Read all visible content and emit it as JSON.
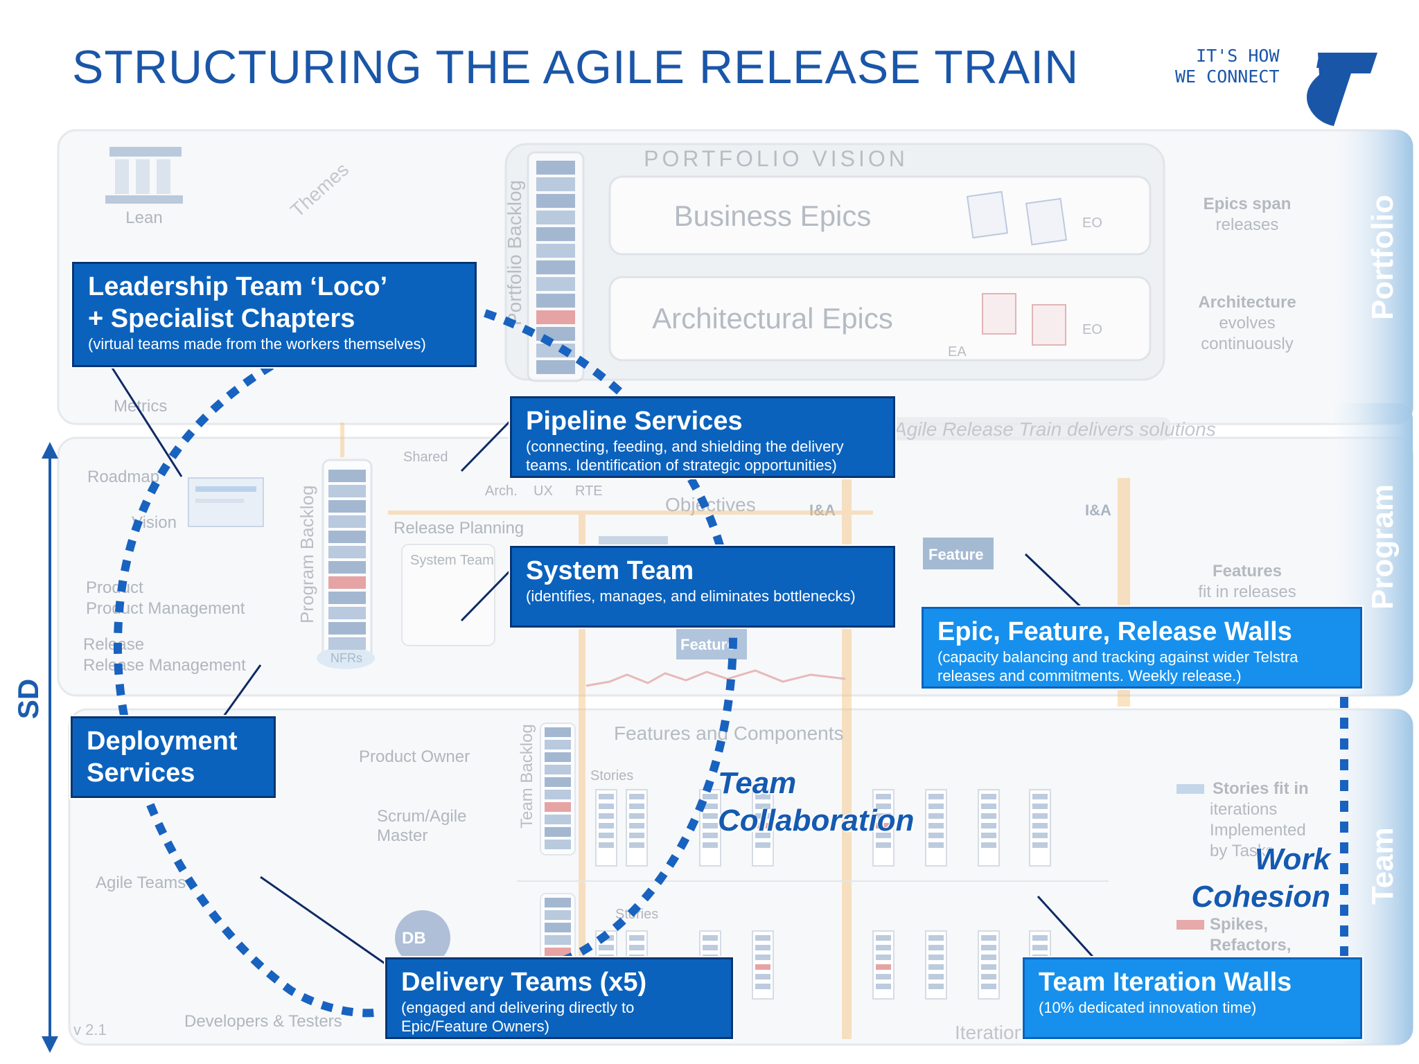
{
  "title": "STRUCTURING THE AGILE RELEASE TRAIN",
  "logo": {
    "tagline_line1": "IT'S HOW",
    "tagline_line2": "WE CONNECT",
    "mark": "T"
  },
  "side_axis_label": "SD",
  "tiers": {
    "portfolio": "Portfolio",
    "program": "Program",
    "team": "Team"
  },
  "background": {
    "portfolio_vision": "PORTFOLIO VISION",
    "business_epics": "Business Epics",
    "architectural_epics": "Architectural Epics",
    "eo1": "EO",
    "eo2": "EO",
    "ea": "EA",
    "themes": "Themes",
    "lean": "Lean",
    "metrics": "Metrics",
    "portfolio_backlog": "Portfolio Backlog",
    "epics_span": "Epics span releases",
    "architecture_evolves": "Architecture evolves continuously",
    "delivers_solutions": "Agile Release Train delivers solutions",
    "roadmap": "Roadmap",
    "vision": "Vision",
    "product_management": "Product Management",
    "release_management": "Release Management",
    "program_backlog": "Program Backlog",
    "nfrs": "NFRs",
    "shared": "Shared",
    "arch": "Arch.",
    "ux": "UX",
    "rte": "RTE",
    "release_planning": "Release Planning",
    "system_team": "System Team",
    "objectives": "Objectives",
    "ia": "I&A",
    "feature": "Feature",
    "features_fit": "Features fit in releases",
    "features_and_components": "Features and Components",
    "product_owner": "Product Owner",
    "scrum_master": "Scrum/Agile Master",
    "agile_teams": "Agile Teams",
    "developers_testers": "Developers & Testers",
    "team_backlog": "Team Backlog",
    "stories": "Stories",
    "stories_fit": "Stories fit in iterations Implemented by Tasks",
    "spikes": "Spikes, Refactors,",
    "iterations": "Iterations",
    "version": "v 2.1",
    "db_mark": "DB"
  },
  "callouts": {
    "leadership": {
      "title_line1": "Leadership Team ‘Loco’",
      "title_line2": "+ Specialist Chapters",
      "sub": "(virtual teams made from the workers themselves)"
    },
    "pipeline": {
      "title": "Pipeline Services",
      "sub": "(connecting, feeding, and shielding the delivery teams. Identification of strategic opportunities)"
    },
    "system_team": {
      "title": "System Team",
      "sub": "(identifies, manages, and eliminates bottlenecks)"
    },
    "walls": {
      "title": "Epic, Feature, Release Walls",
      "sub": "(capacity balancing and tracking against wider Telstra releases and  commitments. Weekly release.)"
    },
    "deployment": {
      "title_line1": "Deployment",
      "title_line2": "Services"
    },
    "delivery": {
      "title": "Delivery Teams (x5)",
      "sub": "(engaged and delivering directly to Epic/Feature Owners)"
    },
    "iteration": {
      "title": "Team  Iteration Walls",
      "sub": "(10% dedicated innovation time)"
    }
  },
  "wordmarks": {
    "team_collaboration_line1": "Team",
    "team_collaboration_line2": "Collaboration",
    "work_cohesion_line1": "Work",
    "work_cohesion_line2": "Cohesion"
  },
  "colors": {
    "title_blue": "#1a56a8",
    "callout_dark": "#0a62bd",
    "callout_light": "#1690ec",
    "dots": "#1862c0",
    "tier_band": "#a9cde8"
  }
}
